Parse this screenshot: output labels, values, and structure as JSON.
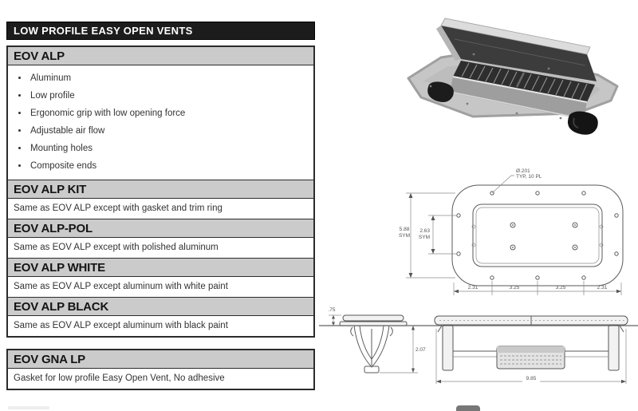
{
  "banner": {
    "title": "LOW PROFILE EASY OPEN VENTS"
  },
  "catalog": {
    "main": {
      "name": "EOV ALP",
      "features": [
        "Aluminum",
        "Low profile",
        "Ergonomic grip with low opening force",
        "Adjustable air flow",
        "Mounting holes",
        "Composite ends"
      ]
    },
    "variants": [
      {
        "name": "EOV ALP KIT",
        "description": "Same as EOV ALP except with gasket and trim ring"
      },
      {
        "name": "EOV ALP-POL",
        "description": "Same as EOV ALP except with polished aluminum"
      },
      {
        "name": "EOV ALP WHITE",
        "description": "Same as EOV ALP except aluminum with white paint"
      },
      {
        "name": "EOV ALP BLACK",
        "description": "Same as EOV ALP except aluminum with black paint"
      }
    ],
    "accessory": {
      "name": "EOV GNA LP",
      "description": "Gasket for low profile Easy Open Vent, No adhesive"
    }
  },
  "drawings": {
    "top_view": {
      "callout_dia": "Ø.201",
      "callout_note": "TYP, 10 PL",
      "overall": "5.88",
      "overall_note": "SYM",
      "inner": "2.63",
      "inner_note": "SYM",
      "bottom_dims": [
        "2.31",
        "3.25",
        "3.25",
        "2.31"
      ]
    },
    "end_view": {
      "flange": ".75",
      "height": "2.07"
    },
    "side_view": {
      "length": "9.85"
    }
  },
  "colors": {
    "banner_bg": "#1c1c1c",
    "section_header_bg": "#cbcbcb",
    "border": "#2b2b2b",
    "body_text": "#333333"
  }
}
